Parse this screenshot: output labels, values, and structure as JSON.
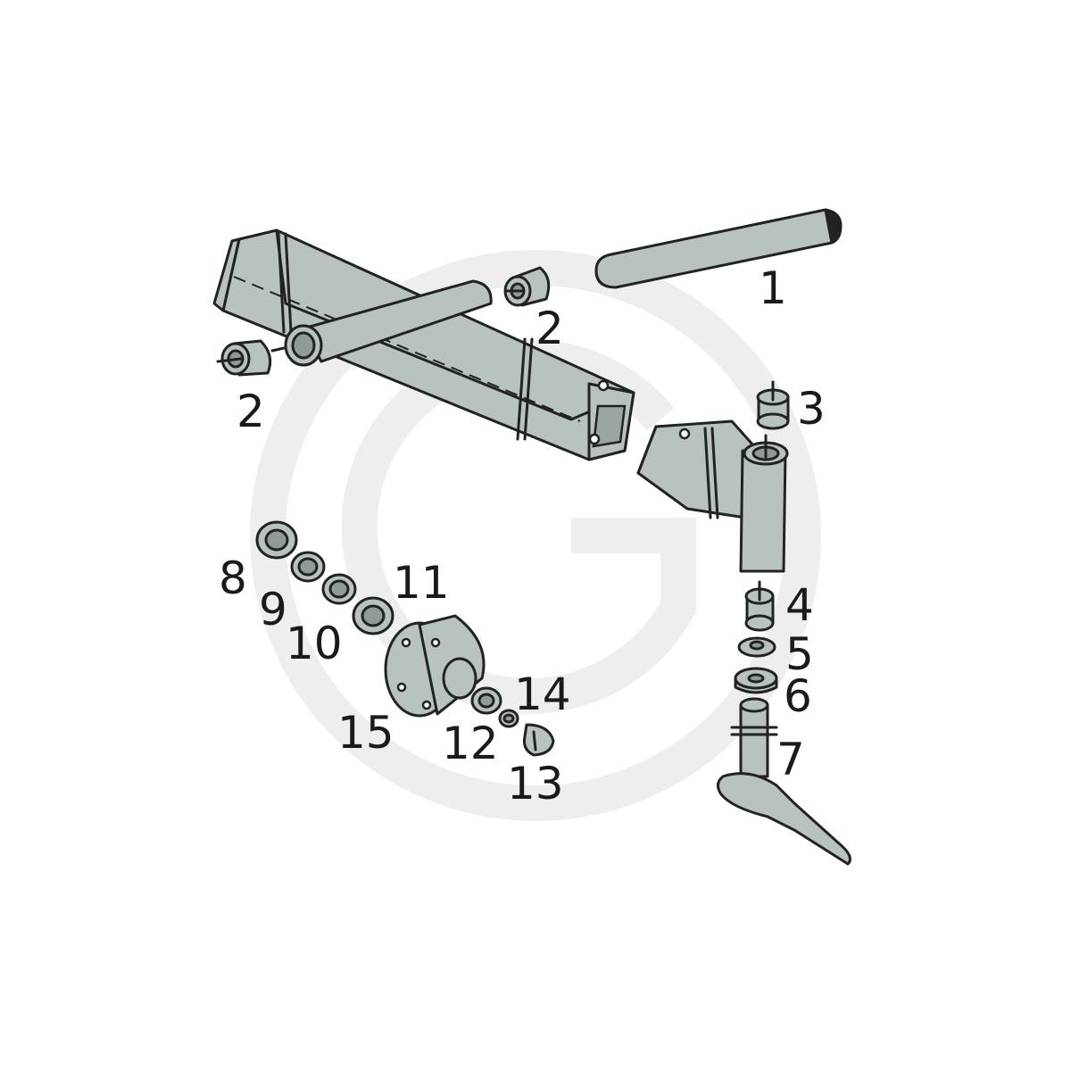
{
  "callouts": [
    {
      "id": "label-1",
      "text": "1"
    },
    {
      "id": "label-2a",
      "text": "2"
    },
    {
      "id": "label-2b",
      "text": "2"
    },
    {
      "id": "label-3",
      "text": "3"
    },
    {
      "id": "label-4",
      "text": "4"
    },
    {
      "id": "label-5",
      "text": "5"
    },
    {
      "id": "label-6",
      "text": "6"
    },
    {
      "id": "label-7",
      "text": "7"
    },
    {
      "id": "label-8",
      "text": "8"
    },
    {
      "id": "label-9",
      "text": "9"
    },
    {
      "id": "label-10",
      "text": "10"
    },
    {
      "id": "label-11",
      "text": "11"
    },
    {
      "id": "label-12",
      "text": "12"
    },
    {
      "id": "label-13",
      "text": "13"
    },
    {
      "id": "label-14",
      "text": "14"
    },
    {
      "id": "label-15",
      "text": "15"
    }
  ],
  "colors": {
    "part_fill": "#b8c2bf",
    "outline": "#222222",
    "watermark": "#eeeeee"
  }
}
